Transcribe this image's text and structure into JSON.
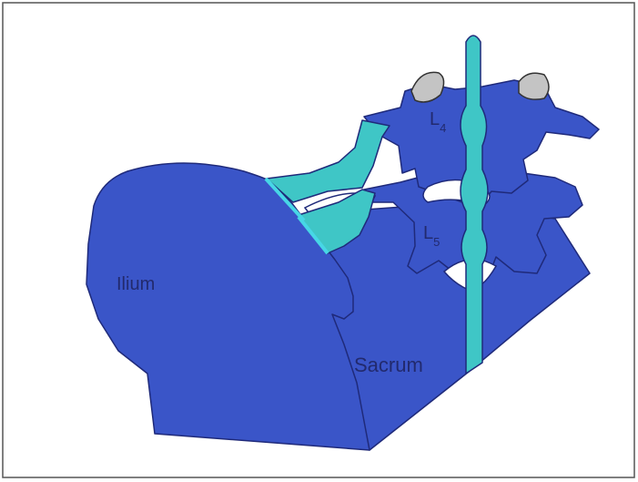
{
  "labels": {
    "ilium": "Ilium",
    "sacrum": "Sacrum",
    "l4_letter": "L",
    "l4_sub": "4",
    "l5_letter": "L",
    "l5_sub": "5"
  },
  "colors": {
    "bone": "#3a55c8",
    "outline": "#1f2a7a",
    "ligament": "#3fc6c6",
    "cartilage": "#c4c4c4",
    "label_text": "#222a6e",
    "border": "#555555"
  }
}
